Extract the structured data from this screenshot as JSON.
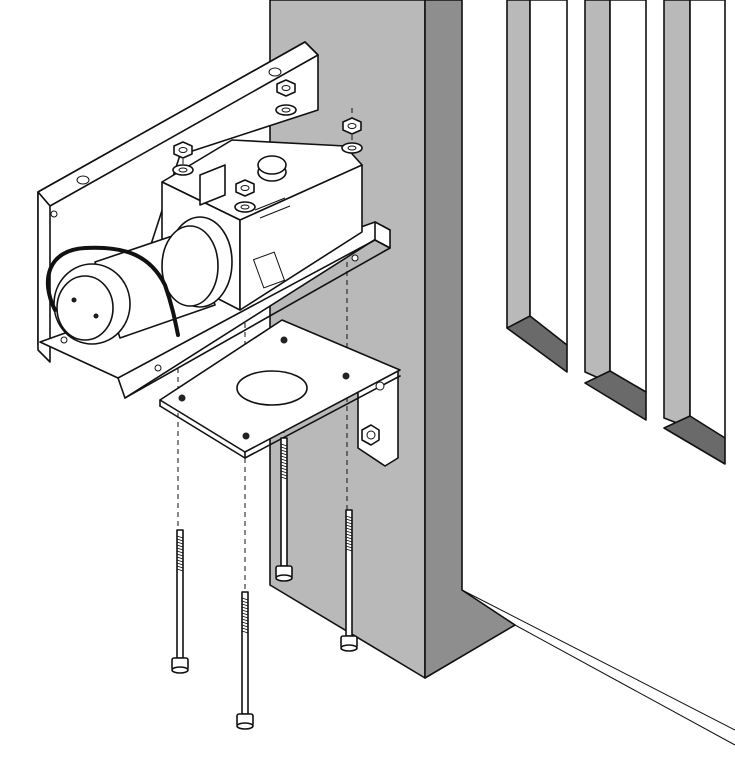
{
  "diagram": {
    "type": "exploded-assembly",
    "palette": {
      "background": "#ffffff",
      "ink": "#111111",
      "post_front": "#b9b9b9",
      "post_side": "#8e8e8e",
      "post_top": "#d4d4d4",
      "slot_dark": "#6a6a6a",
      "part_fill": "#ffffff",
      "hole_fill": "#222222"
    },
    "parts": [
      {
        "id": "gate-post",
        "icon": "gate-post-icon"
      },
      {
        "id": "gate-bars",
        "icon": "gate-bars-icon"
      },
      {
        "id": "motor-housing-box",
        "icon": "housing-box-icon"
      },
      {
        "id": "gearmotor",
        "icon": "motor-icon"
      },
      {
        "id": "mounting-bracket",
        "icon": "angle-bracket-icon"
      },
      {
        "id": "socket-head-bolt",
        "icon": "bolt-icon",
        "count": 4
      },
      {
        "id": "hex-nut",
        "icon": "nut-icon",
        "count": 4
      },
      {
        "id": "flat-washer",
        "icon": "washer-icon",
        "count": 4
      }
    ]
  }
}
